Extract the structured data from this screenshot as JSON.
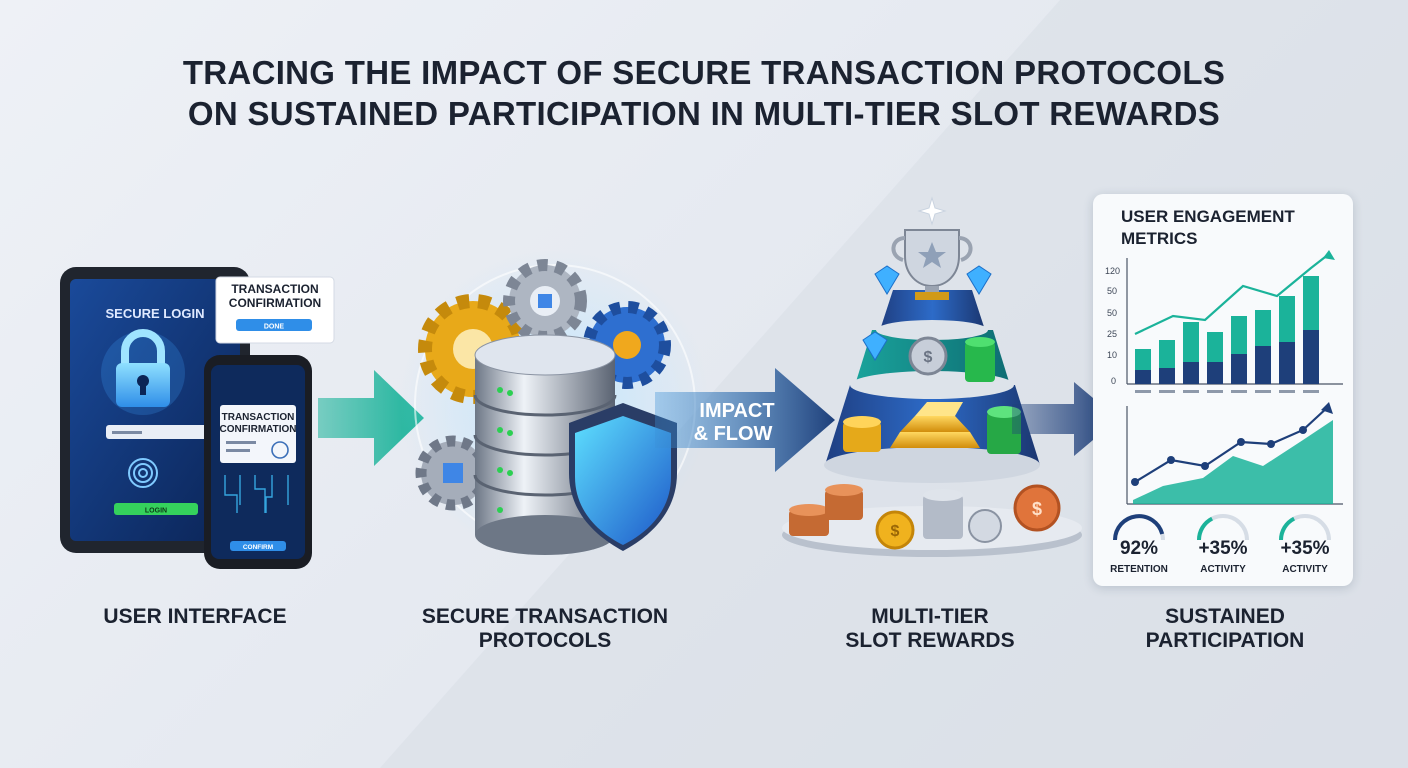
{
  "title": {
    "line1": "TRACING THE IMPACT OF SECURE TRANSACTION PROTOCOLS",
    "line2": "ON SUSTAINED PARTICIPATION IN MULTI-TIER SLOT REWARDS"
  },
  "stages": [
    {
      "line1": "USER INTERFACE",
      "line2": ""
    },
    {
      "line1": "SECURE TRANSACTION",
      "line2": "PROTOCOLS"
    },
    {
      "line1": "MULTI-TIER",
      "line2": "SLOT REWARDS"
    },
    {
      "line1": "SUSTAINED",
      "line2": "PARTICIPATION"
    }
  ],
  "devices": {
    "tablet_title": "SECURE LOGIN",
    "popup_title_line1": "TRANSACTION",
    "popup_title_line2": "CONFIRMATION",
    "popup_button": "DONE",
    "phone_title_line1": "TRANSACTION",
    "phone_title_line2": "CONFIRMATION",
    "tablet_button": "LOGIN",
    "phone_button": "CONFIRM"
  },
  "flow_arrow": {
    "line1": "IMPACT",
    "line2": "& FLOW"
  },
  "colors": {
    "teal": "#1bb39a",
    "navy": "#1e3f7a",
    "green": "#2ccf52",
    "gold": "#f0b21e"
  },
  "metrics": {
    "title_line1": "USER ENGAGEMENT",
    "title_line2": "METRICS",
    "y_ticks": [
      "120",
      "50",
      "50",
      "25",
      "10",
      "0"
    ],
    "kpis": [
      {
        "value": "92%",
        "label": "RETENTION",
        "fill": 0.92
      },
      {
        "value": "+35%",
        "label": "ACTIVITY",
        "fill": 0.35
      },
      {
        "value": "+35%",
        "label": "ACTIVITY",
        "fill": 0.35
      }
    ]
  }
}
